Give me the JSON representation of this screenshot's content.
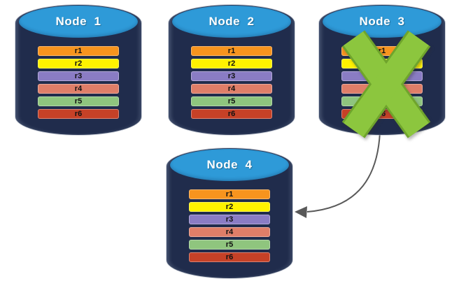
{
  "diagram": {
    "background": "#FFFFFF",
    "colors": {
      "cylinder_body": "#202C4C",
      "cylinder_top": "#2E9AD8",
      "node_title_text": "#FFFFFF",
      "bar_text": "#111111",
      "failure_x": "#8CC63E",
      "failure_x_outline": "#6FA42C",
      "arrow": "#595959"
    },
    "row_colors": {
      "r1": "#F7941E",
      "r2": "#FFF200",
      "r3": "#8A7CC4",
      "r4": "#DF7E68",
      "r5": "#8FC57E",
      "r6": "#C64127"
    },
    "nodes": [
      {
        "id": "node-1",
        "title": "Node  1",
        "failed": false,
        "rows": [
          "r1",
          "r2",
          "r3",
          "r4",
          "r5",
          "r6"
        ]
      },
      {
        "id": "node-2",
        "title": "Node  2",
        "failed": false,
        "rows": [
          "r1",
          "r2",
          "r3",
          "r4",
          "r5",
          "r6"
        ]
      },
      {
        "id": "node-3",
        "title": "Node  3",
        "failed": true,
        "rows": [
          "r1",
          "r2",
          "r3",
          "r4",
          "r5",
          "r6"
        ]
      },
      {
        "id": "node-4",
        "title": "Node  4",
        "failed": false,
        "rows": [
          "r1",
          "r2",
          "r3",
          "r4",
          "r5",
          "r6"
        ]
      }
    ],
    "failure_mark": {
      "shape": "x-cross",
      "on": "Node  3"
    },
    "arrow": {
      "from": "Node  3",
      "to": "Node  4"
    }
  }
}
